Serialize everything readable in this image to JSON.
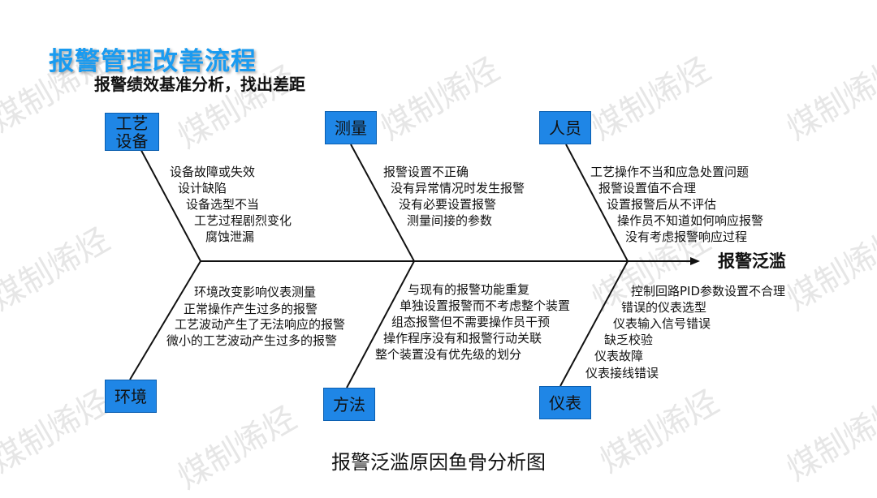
{
  "watermark": "煤制烯烃",
  "header": {
    "title": "报警管理改善流程",
    "subtitle": "报警绩效基准分析，找出差距"
  },
  "effect": "报警泛滥",
  "caption": "报警泛滥原因鱼骨分析图",
  "colors": {
    "category_box": "#1f86e6",
    "title": "#1a9bf0",
    "line": "#111111"
  },
  "categories": {
    "process_equipment": {
      "label": "工艺\n设备",
      "causes": [
        "设备故障或失效",
        "设计缺陷",
        "设备选型不当",
        "工艺过程剧烈变化",
        "腐蚀泄漏"
      ]
    },
    "measurement": {
      "label": "测量",
      "causes": [
        "报警设置不正确",
        "没有异常情况时发生报警",
        "没有必要设置报警",
        "测量间接的参数"
      ]
    },
    "personnel": {
      "label": "人员",
      "causes": [
        "工艺操作不当和应急处置问题",
        "报警设置值不合理",
        "设置报警后从不评估",
        "操作员不知道如何响应报警",
        "没有考虑报警响应过程"
      ]
    },
    "environment": {
      "label": "环境",
      "causes": [
        "环境改变影响仪表测量",
        "正常操作产生过多的报警",
        "工艺波动产生了无法响应的报警",
        "微小的工艺波动产生过多的报警"
      ]
    },
    "method": {
      "label": "方法",
      "causes": [
        "与现有的报警功能重复",
        "单独设置报警而不考虑整个装置",
        "组态报警但不需要操作员干预",
        "操作程序没有和报警行动关联",
        "整个装置没有优先级的划分"
      ]
    },
    "instrument": {
      "label": "仪表",
      "causes": [
        "控制回路PID参数设置不合理",
        "错误的仪表选型",
        "仪表输入信号错误",
        "缺乏校验",
        "仪表故障",
        "仪表接线错误"
      ]
    }
  }
}
